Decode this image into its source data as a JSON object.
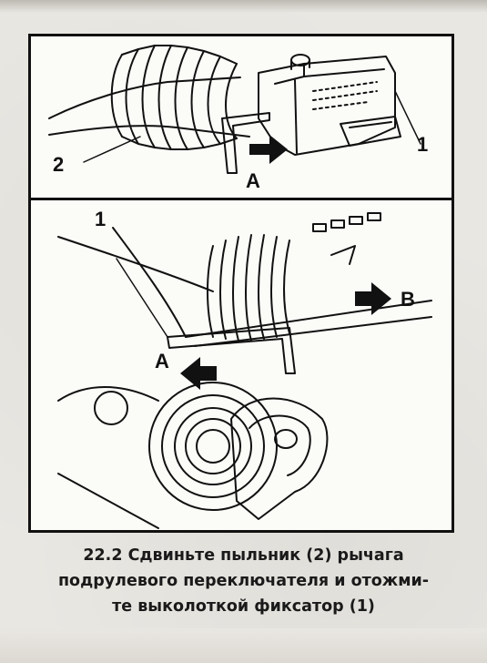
{
  "figure": {
    "number": "22.2",
    "caption_lines": [
      "22.2 Сдвиньте пыльник (2) рычага",
      "подрулевого переключателя и отожми-",
      "те выколоткой фиксатор (1)"
    ]
  },
  "top_panel": {
    "callouts": {
      "boot": "2",
      "latch": "1",
      "arrow_a": "A"
    }
  },
  "bottom_panel": {
    "callouts": {
      "latch": "1",
      "arrow_a": "A",
      "arrow_b": "B"
    }
  },
  "colors": {
    "ink": "#111111",
    "paper": "#fbfbf8",
    "page": "#e9e7e2"
  }
}
